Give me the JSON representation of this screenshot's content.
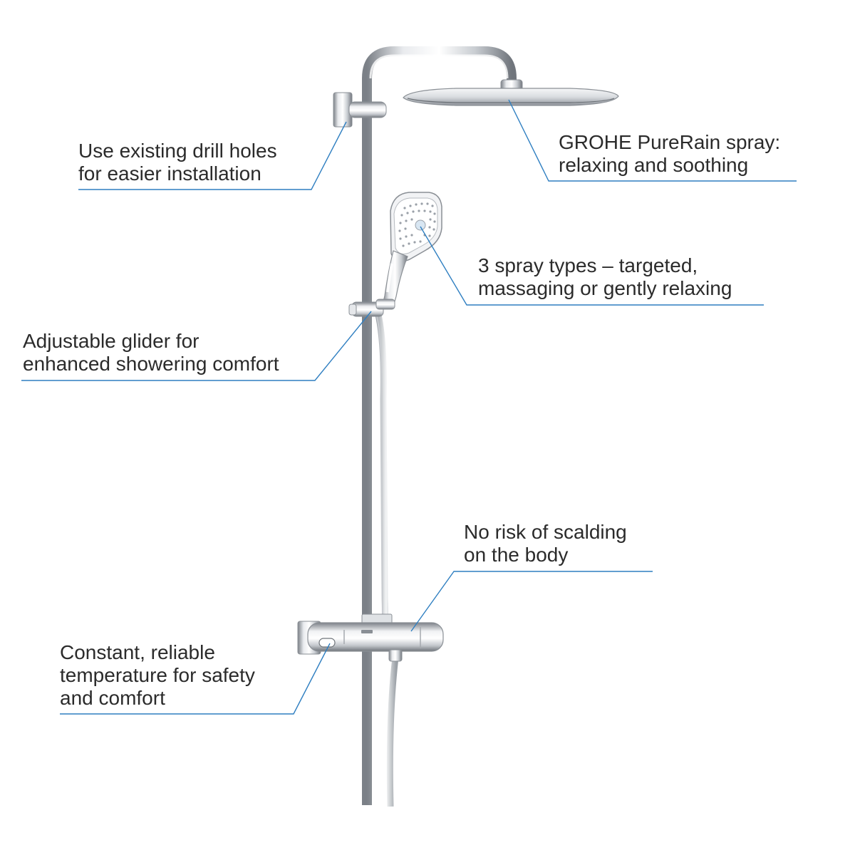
{
  "annotations": [
    {
      "id": "drill-holes",
      "lines": [
        "Use existing drill holes",
        "for easier installation"
      ]
    },
    {
      "id": "purerain",
      "lines": [
        "GROHE PureRain spray:",
        "relaxing and soothing"
      ]
    },
    {
      "id": "spray-types",
      "lines": [
        "3 spray types – targeted,",
        "massaging or gently relaxing"
      ]
    },
    {
      "id": "glider",
      "lines": [
        "Adjustable glider for",
        "enhanced showering comfort"
      ]
    },
    {
      "id": "scalding",
      "lines": [
        "No risk of scalding",
        "on the body"
      ]
    },
    {
      "id": "temperature",
      "lines": [
        "Constant, reliable",
        "temperature for safety",
        "and comfort"
      ]
    }
  ],
  "colors": {
    "leader_line": "#2f7fc1",
    "text": "#2b2b2b",
    "chrome_light": "#f4f5f7",
    "chrome_mid": "#c3c7cc",
    "chrome_dark": "#6f747a",
    "spray_dot": "#9aa0a8"
  },
  "icons": {
    "shower-system": "thermostatic shower system with overhead rain shower, hand shower, glider and mixer"
  }
}
